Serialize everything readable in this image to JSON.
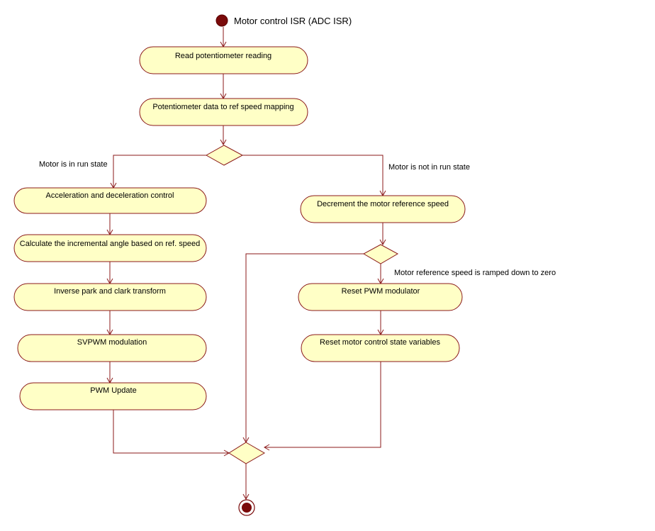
{
  "title": "Motor control ISR  (ADC ISR)",
  "actions": {
    "read_pot": "Read potentiometer reading",
    "pot_mapping": "Potentiometer data  to ref speed mapping",
    "accel_decel": "Acceleration and deceleration control",
    "calc_angle": "Calculate the incremental angle based on ref. speed",
    "inverse_park": "Inverse park and clark  transform",
    "svpwm": "SVPWM modulation",
    "pwm_update": "PWM Update",
    "decrement_speed": "Decrement the motor reference speed",
    "reset_pwm": "Reset PWM modulator",
    "reset_state": "Reset motor control state variables"
  },
  "guards": {
    "run_state": "Motor is in run state",
    "not_run_state": "Motor is not in run state",
    "ramped_down": "Motor reference speed is ramped down to zero"
  },
  "colors": {
    "node_fill": "#ffffc6",
    "line": "#8b1a1a",
    "start": "#7a0a0a"
  }
}
